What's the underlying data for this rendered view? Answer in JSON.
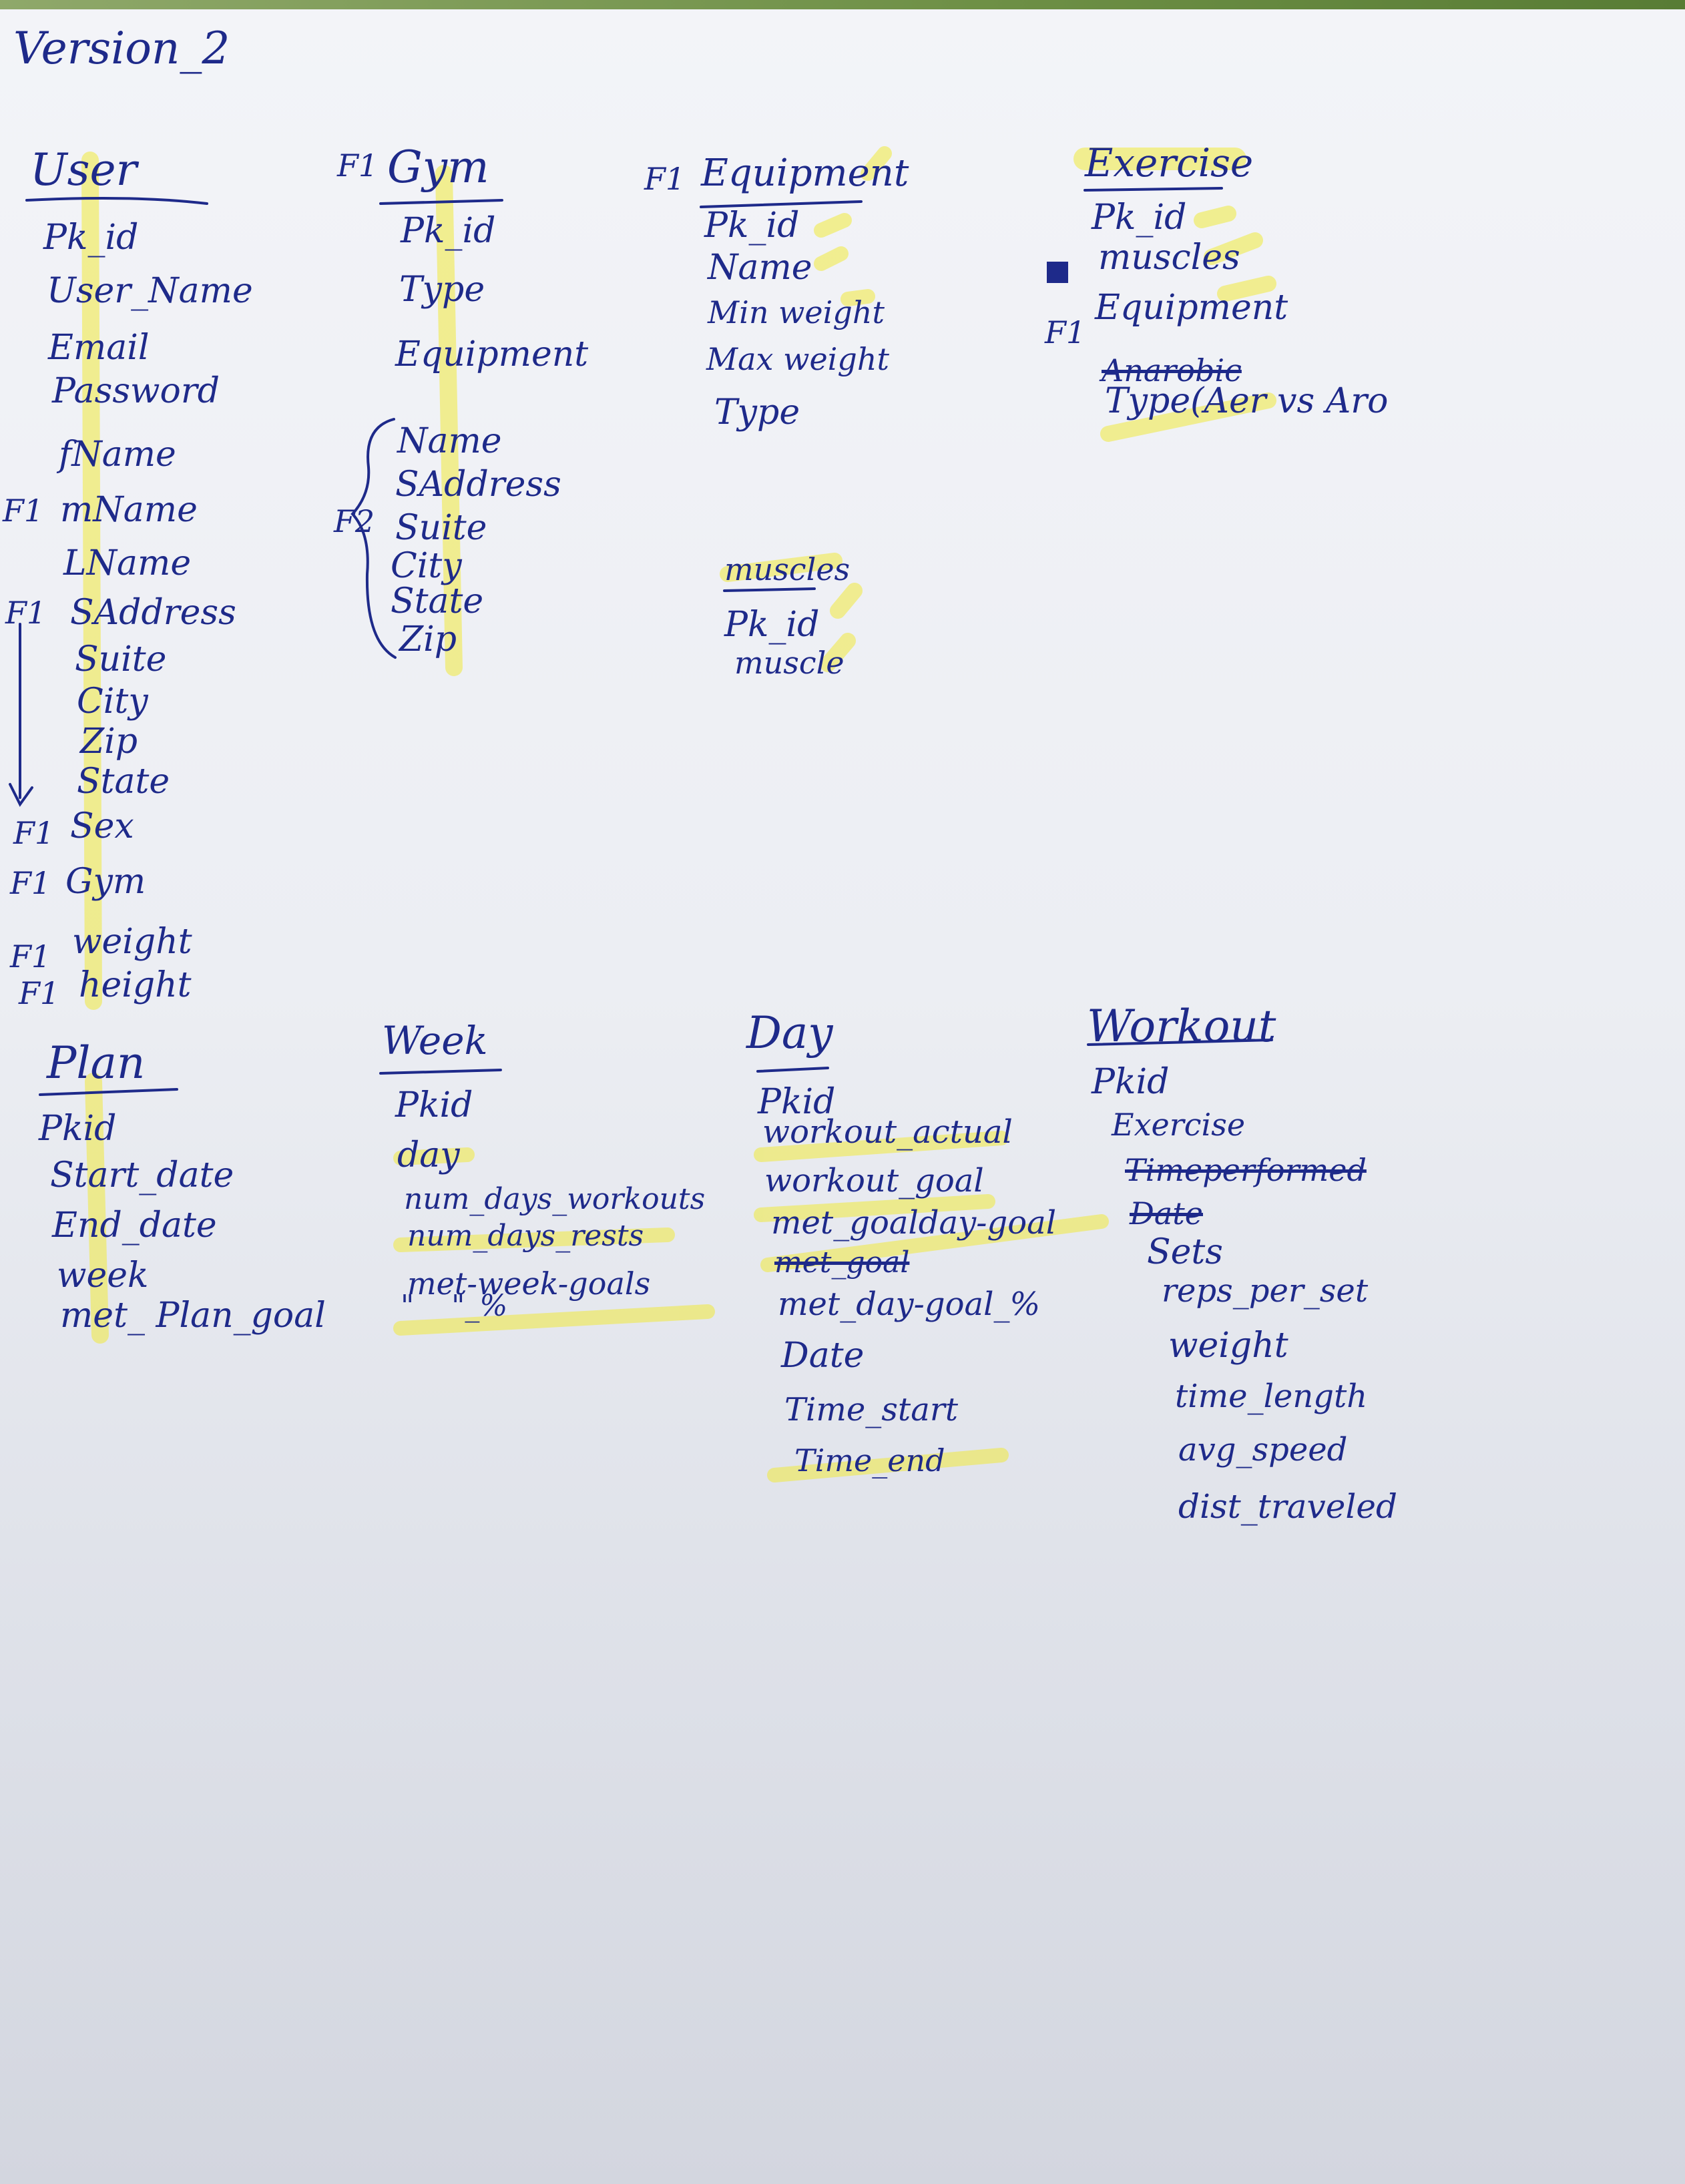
{
  "version": "Version_2",
  "colors": {
    "ink": "#1e2a8a",
    "highlighter": "#f0ea3c",
    "paper": "#eef0f5"
  },
  "entities": {
    "user": {
      "title": "User",
      "fields": [
        "Pk_id",
        "User_Name",
        "Email",
        "Password",
        "fName",
        "mName",
        "LName",
        "SAddress",
        "Suite",
        "City",
        "Zip",
        "State",
        "Sex",
        "Gym",
        "weight",
        "height"
      ],
      "fk_tags": [
        "F1",
        "F1",
        "F1",
        "F1",
        "F1",
        "F1"
      ]
    },
    "gym": {
      "title": "Gym",
      "fk_tag": "F1",
      "fields": [
        "Pk_id",
        "Type",
        "Equipment",
        "Name",
        "SAddress",
        "Suite",
        "City",
        "State",
        "Zip"
      ],
      "group_tag": "F2"
    },
    "equipment": {
      "title": "Equipment",
      "fk_tag": "F1",
      "fields": [
        "Pk_id",
        "Name",
        "Min weight",
        "Max weight",
        "Type"
      ]
    },
    "exercise": {
      "title": "Exercise",
      "fields": [
        "Pk_id",
        "muscles",
        "Equipment",
        "Anarobic",
        "Type(Aer vs Aro"
      ],
      "fk_tag": "F1"
    },
    "muscles": {
      "title": "muscles",
      "fields": [
        "Pk_id",
        "muscle"
      ]
    },
    "plan": {
      "title": "Plan",
      "fields": [
        "Pkid",
        "Start_date",
        "End_date",
        "week",
        "met_ Plan_goal"
      ]
    },
    "week": {
      "title": "Week",
      "fields": [
        "Pkid",
        "day",
        "num_days_workouts",
        "num_days_rests",
        "met-week-goals",
        "\"    \"_%"
      ]
    },
    "day": {
      "title": "Day",
      "fields": [
        "Pkid",
        "workout_actual",
        "workout_goal",
        "met_goalday-goal",
        "met_goal",
        "met_day-goal_%",
        "Date",
        "Time_start",
        "Time_end"
      ]
    },
    "workout": {
      "title": "Workout",
      "fields": [
        "Pkid",
        "Exercise",
        "Timeperformed",
        "Date",
        "Sets",
        "reps_per_set",
        "weight",
        "time_length",
        "avg_speed",
        "dist_traveled"
      ]
    }
  }
}
